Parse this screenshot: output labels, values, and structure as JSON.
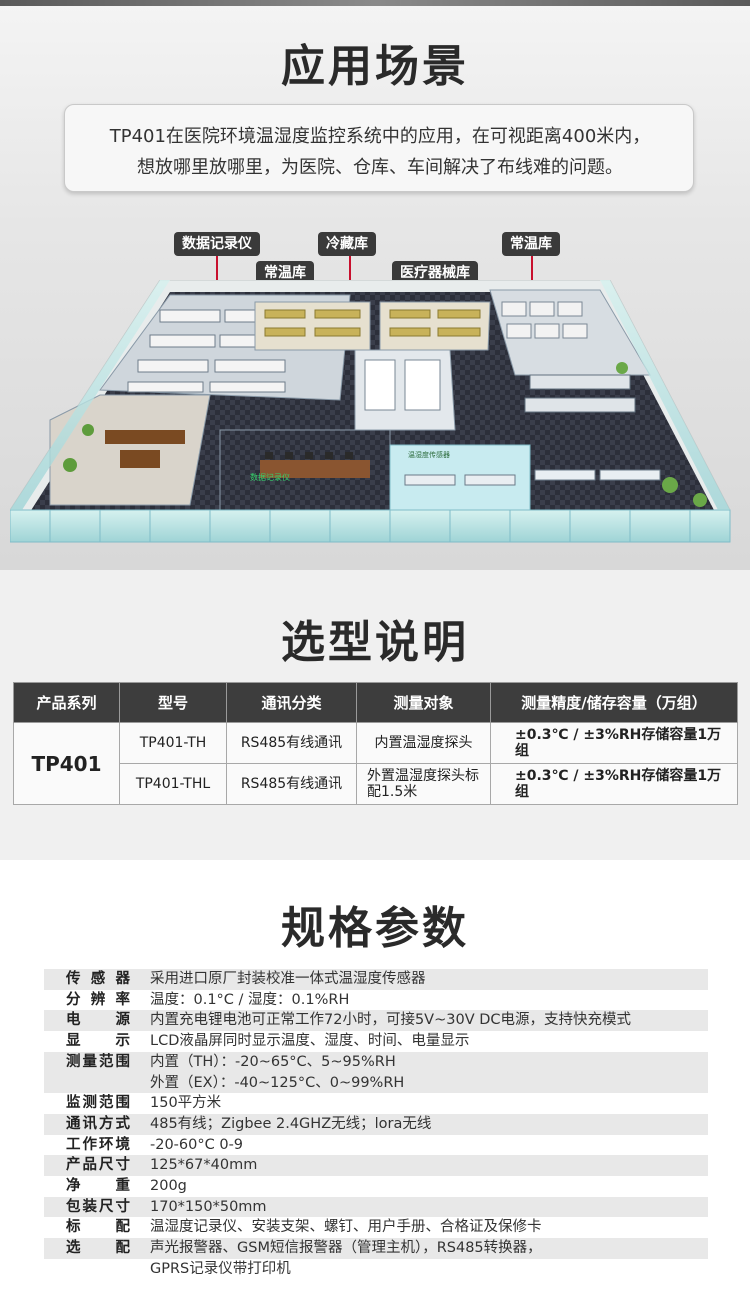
{
  "scene": {
    "title": "应用场景",
    "desc_line1": "TP401在医院环境温湿度监控系统中的应用，在可视距离400米内，",
    "desc_line2": "想放哪里放哪里，为医院、仓库、车间解决了布线难的问题。",
    "tags": [
      "数据记录仪",
      "冷藏库",
      "常温库",
      "常温库",
      "医疗器械库"
    ],
    "map_labels": [
      "温湿度传感器",
      "数据记录仪"
    ]
  },
  "selection": {
    "title": "选型说明",
    "headers": [
      "产品系列",
      "型号",
      "通讯分类",
      "测量对象",
      "测量精度/储存容量（万组）"
    ],
    "series": "TP401",
    "rows": [
      {
        "model": "TP401-TH",
        "comm": "RS485有线通讯",
        "target": "内置温湿度探头",
        "acc": "±0.3℃ / ±3%RH存储容量1万组"
      },
      {
        "model": "TP401-THL",
        "comm": "RS485有线通讯",
        "target": "外置温湿度探头标配1.5米",
        "acc": "±0.3℃ / ±3%RH存储容量1万组"
      }
    ]
  },
  "specs": {
    "title": "规格参数",
    "rows": [
      {
        "k": "传感器",
        "v": "采用进口原厂封装校准一体式温湿度传感器"
      },
      {
        "k": "分辨率",
        "v": "温度：0.1°C / 湿度：0.1%RH"
      },
      {
        "k": "电源",
        "v": "内置充电锂电池可正常工作72小时，可接5V~30V DC电源，支持快充模式"
      },
      {
        "k": "显示",
        "v": "LCD液晶屏同时显示温度、湿度、时间、电量显示"
      },
      {
        "k": "测量范围",
        "v": "内置（TH）：-20~65°C、5~95%RH"
      },
      {
        "k": "",
        "v": "外置（EX）：-40~125°C、0~99%RH"
      },
      {
        "k": "监测范围",
        "v": "150平方米"
      },
      {
        "k": "通讯方式",
        "v": "485有线；Zigbee 2.4GHZ无线；lora无线"
      },
      {
        "k": "工作环境",
        "v": "-20-60°C  0-9"
      },
      {
        "k": "产品尺寸",
        "v": "125*67*40mm"
      },
      {
        "k": "净重",
        "v": "200g"
      },
      {
        "k": "包装尺寸",
        "v": "170*150*50mm"
      },
      {
        "k": "标配",
        "v": "温湿度记录仪、安装支架、螺钉、用户手册、合格证及保修卡"
      },
      {
        "k": "选配",
        "v": "声光报警器、GSM短信报警器（管理主机），RS485转换器，"
      },
      {
        "k": "",
        "v": "GPRS记录仪带打印机"
      }
    ]
  }
}
